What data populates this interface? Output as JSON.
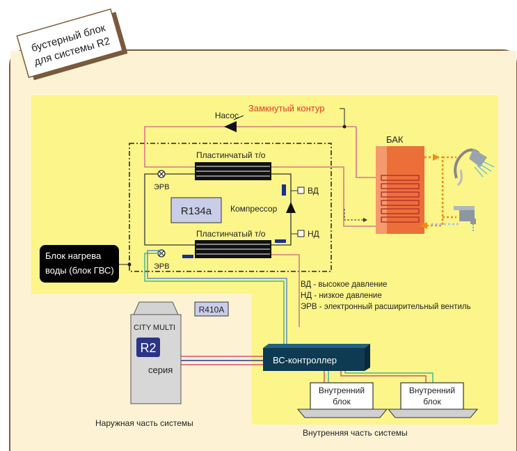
{
  "colors": {
    "frame": "#7a5a3c",
    "cream": "#fdf3d4",
    "yellow": "#fbf58a",
    "red_label": "#e53b1f",
    "pink_pipe": "#d8788a",
    "tank": "#ec6f3a",
    "orange": "#f28b12",
    "blue_marker": "#1b2f8c",
    "controller": "#0e3b52",
    "r2_badge": "#2b3488"
  },
  "badge": {
    "line1": "бустерный блок",
    "line2": "для системы R2"
  },
  "closed_loop": "Замкнутый контур",
  "pump": "Насос",
  "tank": "БАК",
  "plate_hx_top": "Пластинчатый т/о",
  "plate_hx_bottom": "Пластинчатый т/о",
  "erv_top": "ЭРВ",
  "erv_bottom": "ЭРВ",
  "refrigerant_inner": "R134a",
  "compressor": "Компрессор",
  "hp": "ВД",
  "lp": "НД",
  "water_heating_unit": {
    "line1": "Блок нагрева",
    "line2": "воды (блок ГВС)"
  },
  "legend": [
    "ВД - высокое давление",
    "НД - низкое давление",
    "ЭРВ - электронный расширительный вентиль"
  ],
  "refrigerant_outer": "R410A",
  "outdoor_unit": {
    "brand": "CITY MULTI",
    "badge": "R2",
    "series": "серия"
  },
  "bc_controller": "ВС-контроллер",
  "indoor_unit_1": {
    "line1": "Внутренний",
    "line2": "блок"
  },
  "indoor_unit_2": {
    "line1": "Внутренний",
    "line2": "блок"
  },
  "outdoor_part": "Наружная часть системы",
  "indoor_part": "Внутренняя часть системы",
  "icons": [
    "shower-icon",
    "faucet-icon",
    "valve-icon",
    "pump-icon",
    "compressor-icon"
  ]
}
